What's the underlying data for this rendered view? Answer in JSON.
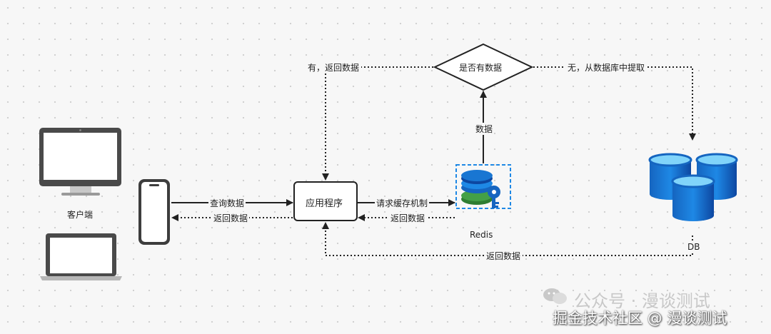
{
  "nodes": {
    "client": "客户端",
    "app": "应用程序",
    "decision": "是否有数据",
    "redis": "Redis",
    "db": "DB"
  },
  "edges": {
    "query": "查询数据",
    "return_client": "返回数据",
    "cache": "请求缓存机制",
    "return_redis": "返回数据",
    "data": "数据",
    "yes": "有，返回数据",
    "no": "无，从数据库中提取",
    "return_db": "返回数据"
  },
  "watermark": {
    "account": "公众号 · 漫谈测试",
    "site": "掘金技术社区 @ 漫谈测试"
  }
}
